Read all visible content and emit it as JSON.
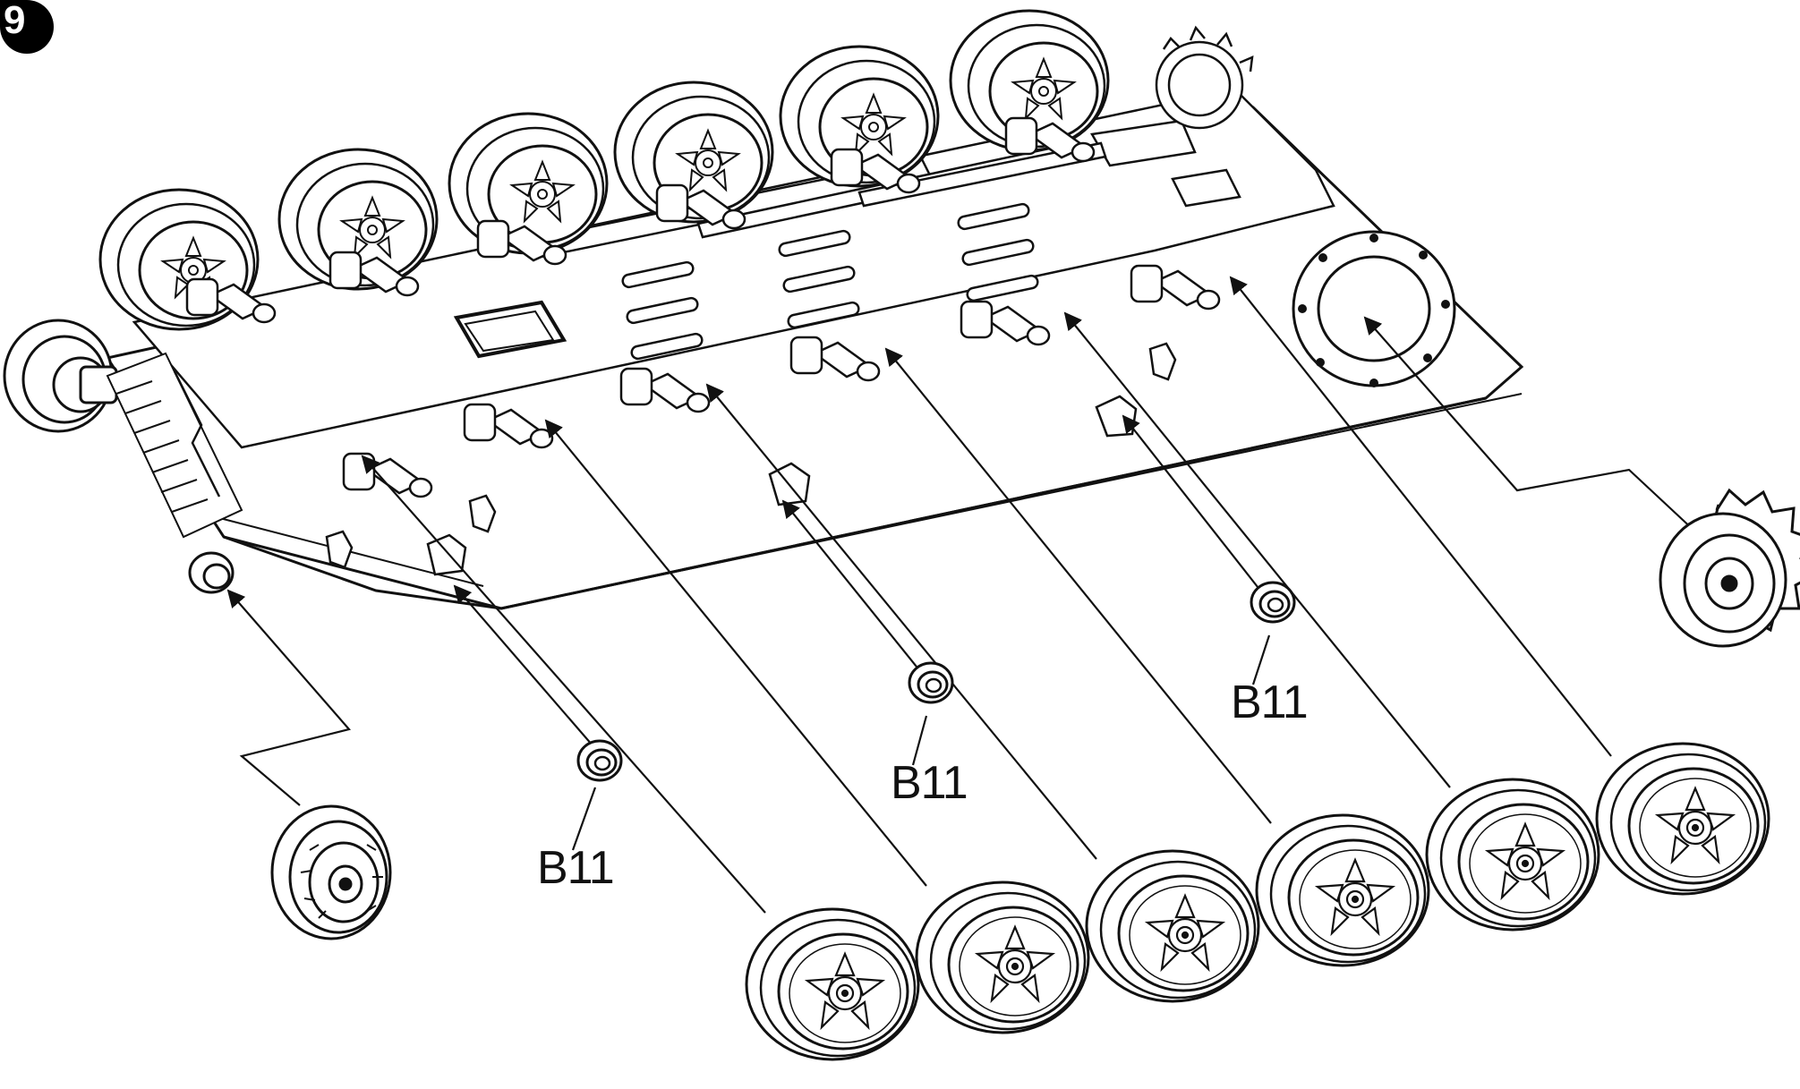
{
  "step": {
    "number": "9"
  },
  "callouts": [
    {
      "label": "B11"
    },
    {
      "label": "B11"
    },
    {
      "label": "B11"
    }
  ],
  "colors": {
    "ink": "#111111",
    "paper": "#ffffff",
    "badge": "#000000"
  }
}
